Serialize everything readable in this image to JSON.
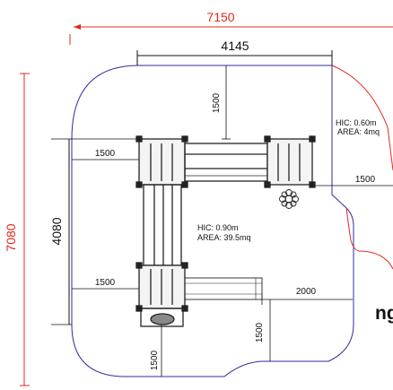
{
  "colors": {
    "overall_dimension": "#e0281e",
    "safety_boundary": "#2e2e9e",
    "equipment": "#222222"
  },
  "dimensions": {
    "overall_width": "7150",
    "overall_depth": "7080",
    "frame_width": "4145",
    "frame_depth": "4080",
    "clearance_top": "1500",
    "clearance_left_upper": "1500",
    "clearance_left_lower": "1500",
    "clearance_right": "1500",
    "clearance_bottom_left": "1500",
    "clearance_bottom_right": "1500",
    "slide_run": "2000"
  },
  "zones": {
    "main": {
      "hic": "HIC: 0.90m",
      "area": "AREA: 39.5mq"
    },
    "side": {
      "hic": "HIC: 0.60m",
      "area": "AREA: 4mq"
    }
  },
  "cut_text": "ng"
}
